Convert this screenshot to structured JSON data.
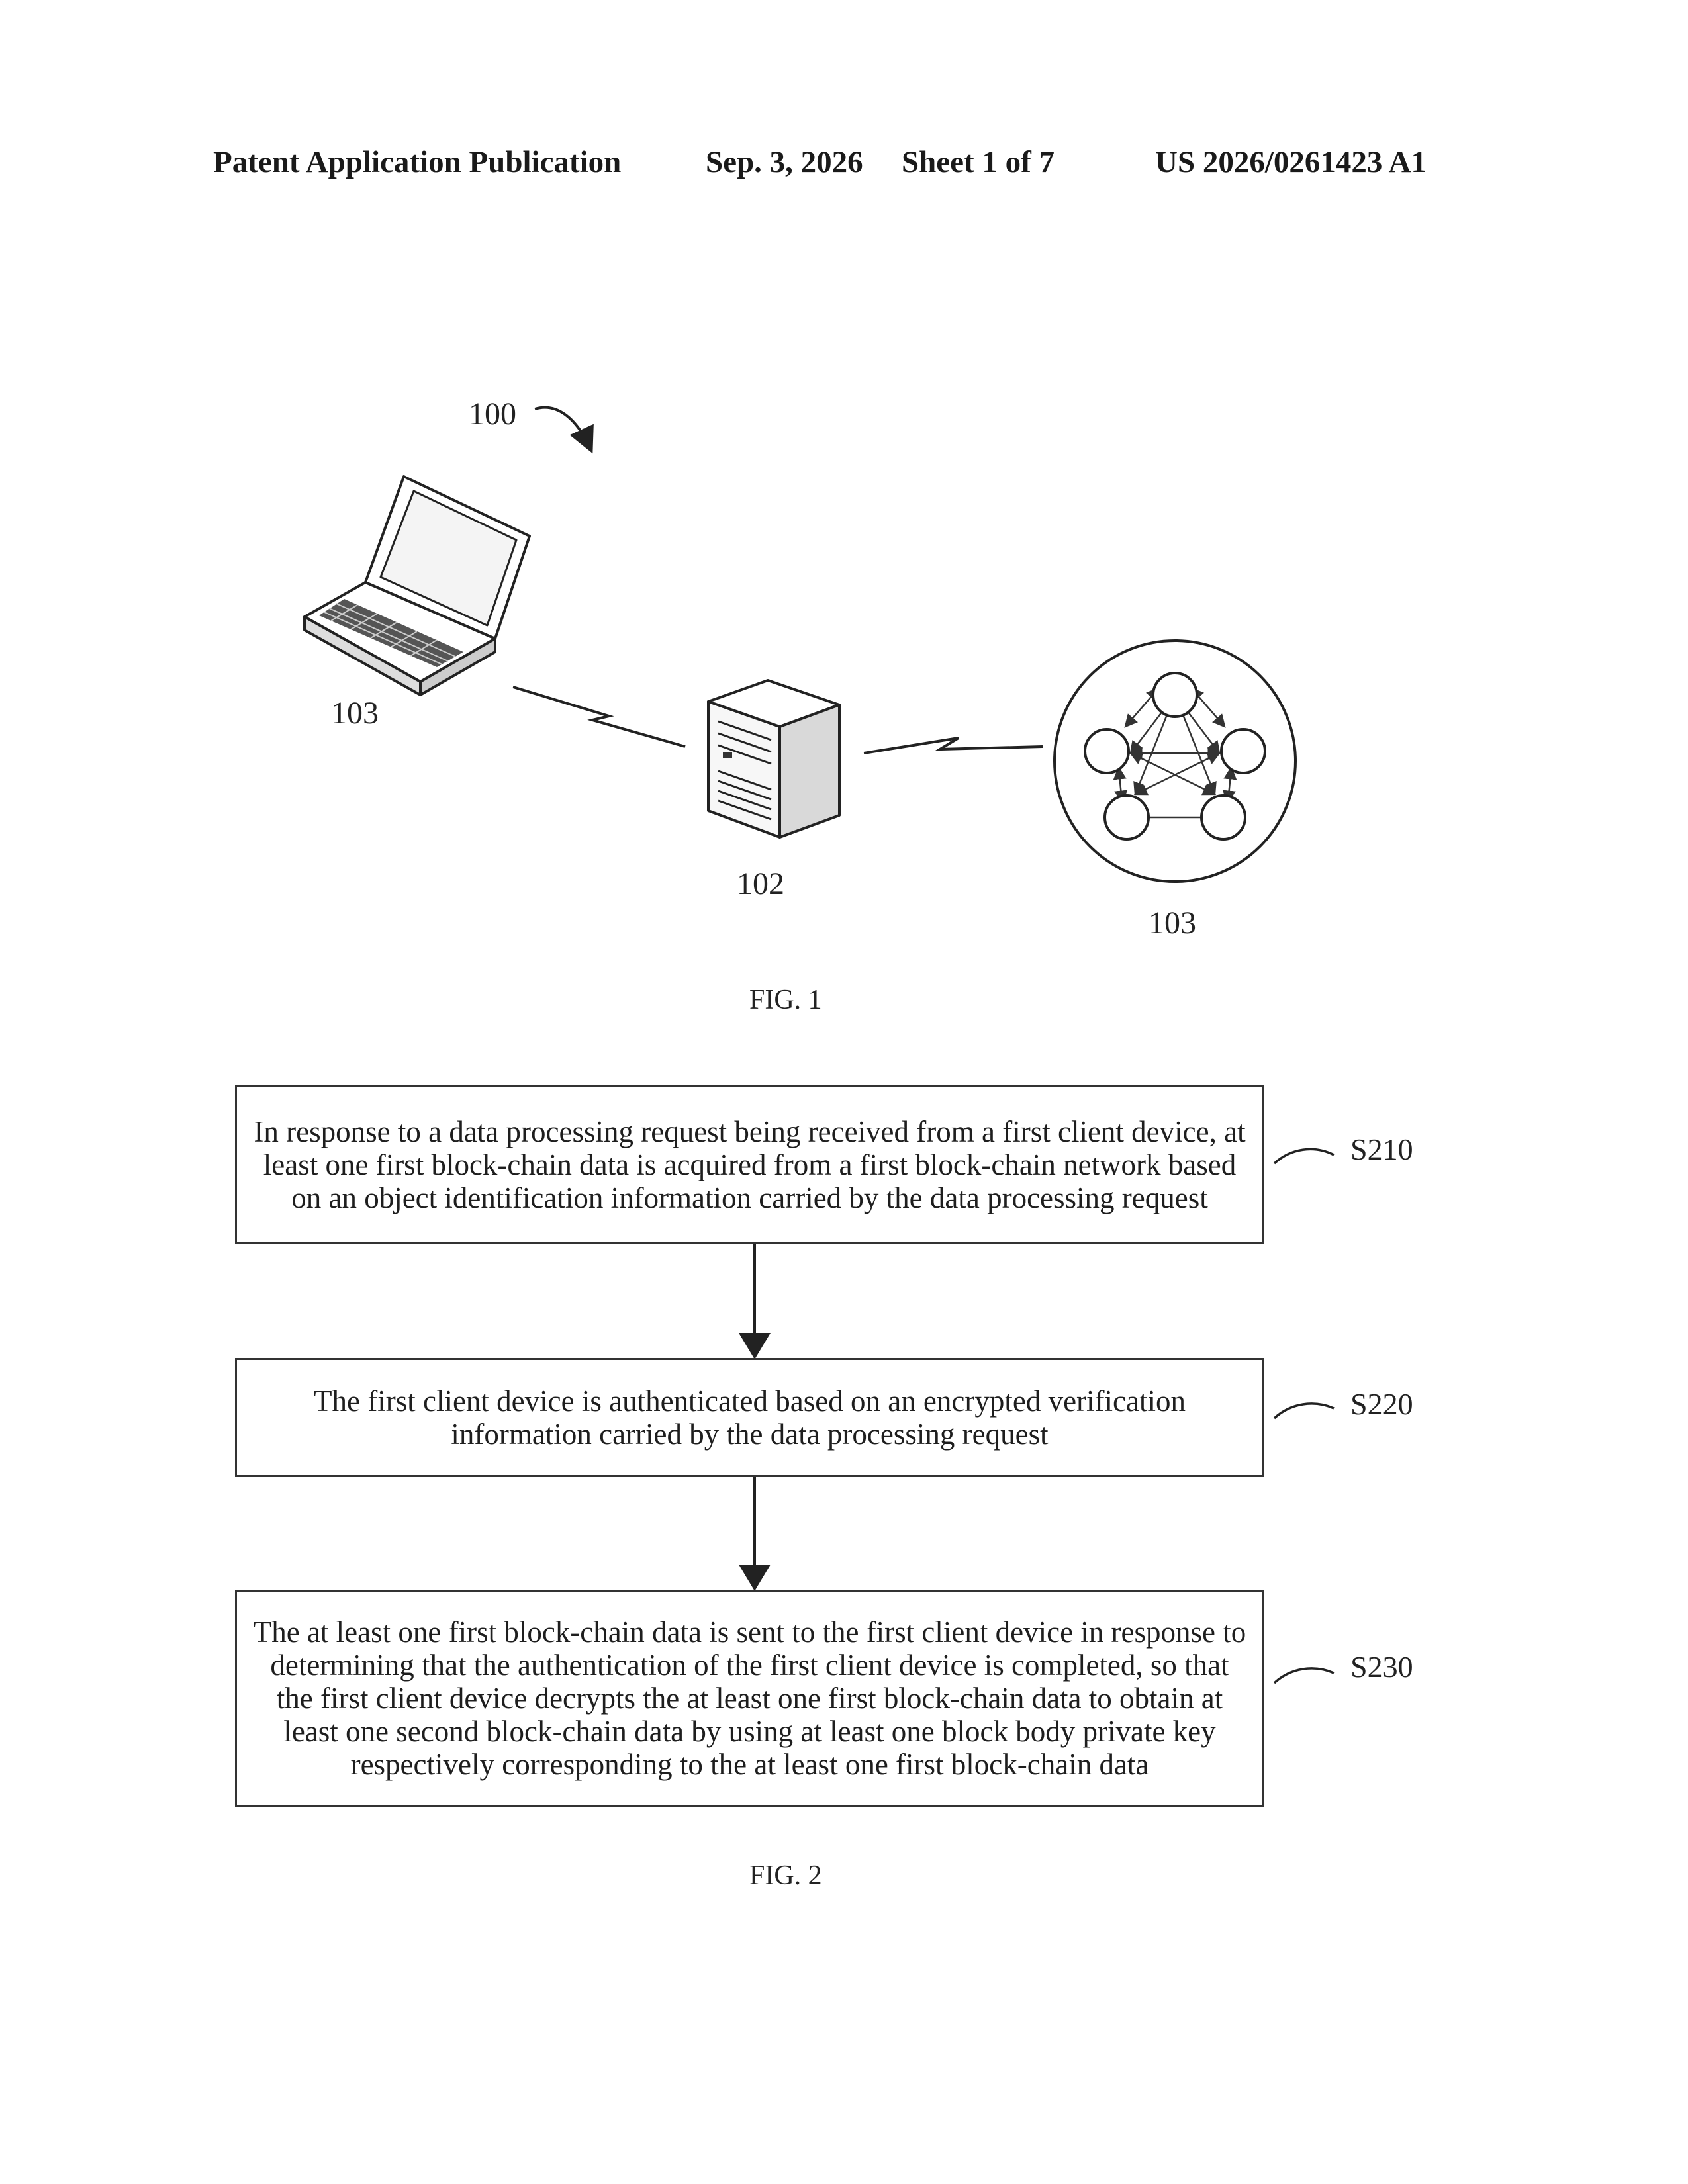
{
  "header": {
    "title": "Patent Application Publication",
    "date": "Sep. 3, 2026",
    "sheet": "Sheet 1 of 7",
    "pub_number": "US 2026/0261423 A1"
  },
  "fig1": {
    "system_label": "100",
    "laptop_label": "103",
    "server_label": "102",
    "network_label": "103",
    "caption": "FIG. 1"
  },
  "fig2": {
    "caption": "FIG. 2",
    "steps": [
      {
        "id": "S210",
        "text": "In response to a data processing request being received from a first client device, at least one first block-chain data is acquired from a first block-chain network based on an object identification information carried by the data processing request"
      },
      {
        "id": "S220",
        "text": "The first client device is authenticated based on an encrypted verification information carried by the data processing request"
      },
      {
        "id": "S230",
        "text": "The at least one first block-chain data is sent to the first client device in response to determining that the authentication of the first client device is completed, so that the first client device decrypts the at least one first block-chain data to obtain at least one second block-chain data by using at least one block body private key respectively corresponding to the at least one first block-chain data"
      }
    ]
  }
}
